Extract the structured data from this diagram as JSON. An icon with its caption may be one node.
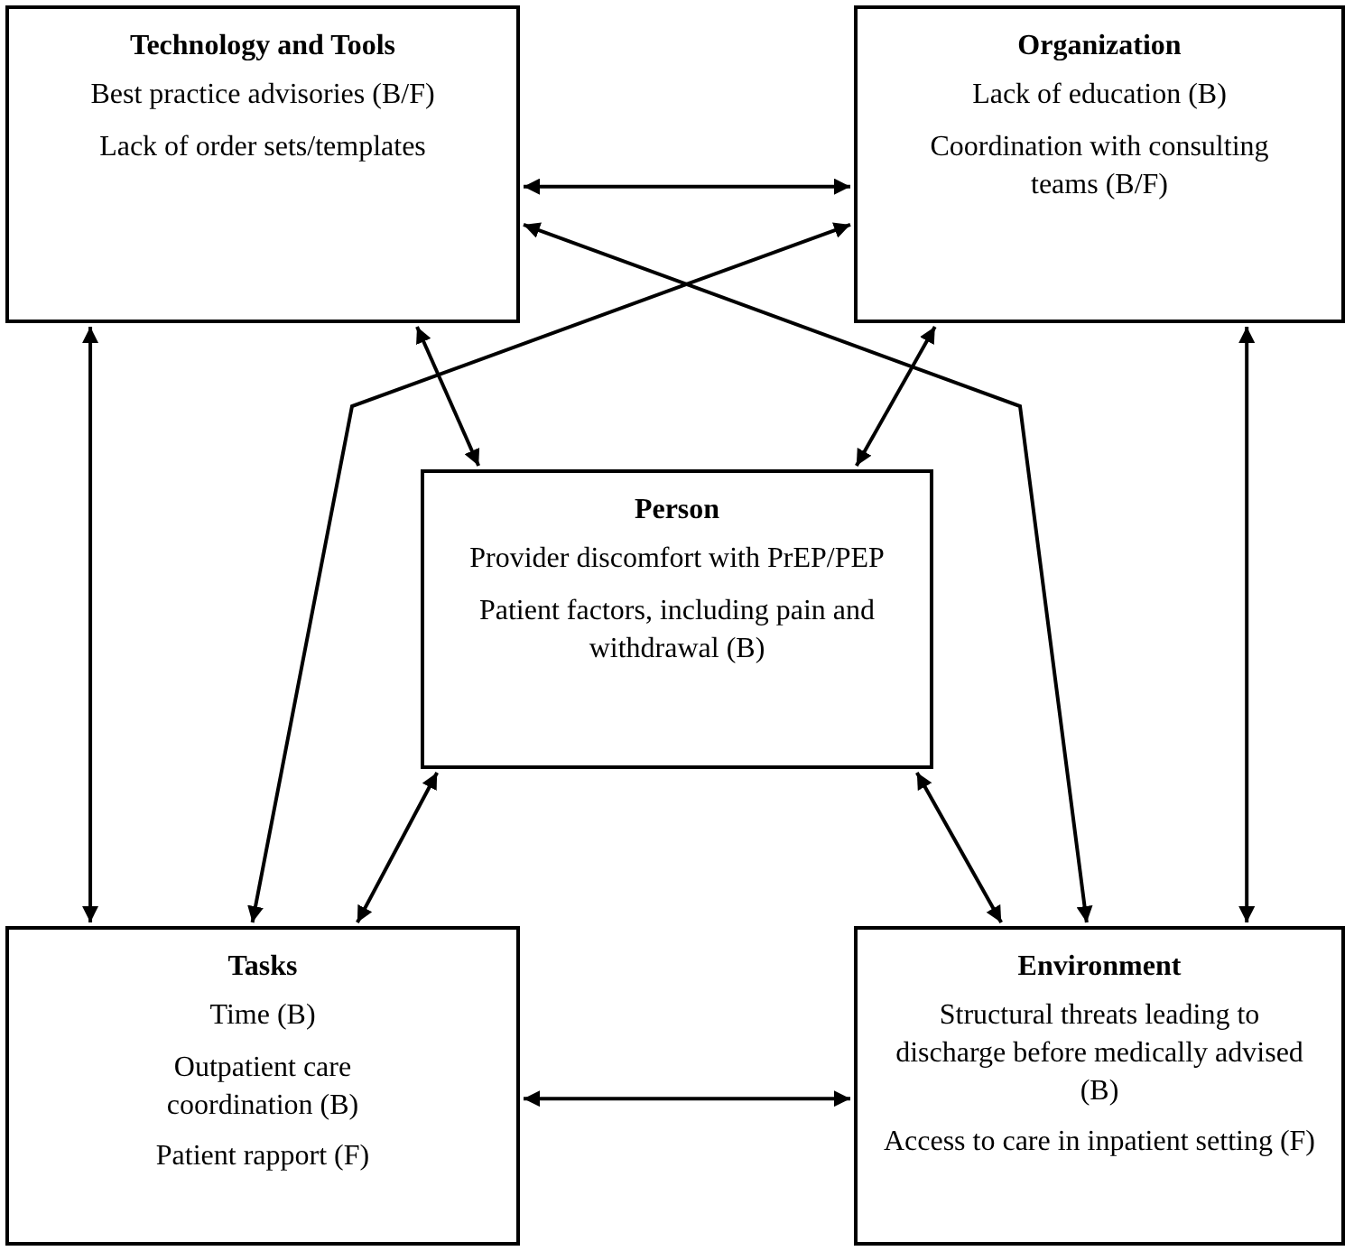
{
  "diagram": {
    "nodes": [
      {
        "text": [
          "Technology and Tools",
          "Best practice advisories (B/F)",
          "Lack of order sets/templates"
        ]
      },
      {
        "text": [
          "Organization",
          "Lack of education (B)",
          "Coordination with consulting teams (B/F)"
        ]
      },
      {
        "text": [
          "Person",
          "Provider discomfort with PrEP/PEP",
          "Patient factors, including pain and withdrawal (B)"
        ]
      },
      {
        "text": [
          "Tasks",
          "Time (B)",
          "Outpatient care coordination (B)",
          "Patient rapport (F)"
        ]
      },
      {
        "text": [
          "Environment",
          "Structural threats leading to discharge before medically advised (B)",
          "Access to care in inpatient setting (F)"
        ]
      }
    ],
    "edges": [
      {
        "from": 0,
        "to": 1,
        "arrow": "both"
      },
      {
        "from": 0,
        "to": 3,
        "arrow": "both"
      },
      {
        "from": 1,
        "to": 4,
        "arrow": "both"
      },
      {
        "from": 3,
        "to": 4,
        "arrow": "both"
      },
      {
        "from": 0,
        "to": 2,
        "arrow": "both"
      },
      {
        "from": 1,
        "to": 2,
        "arrow": "both"
      },
      {
        "from": 2,
        "to": 3,
        "arrow": "both"
      },
      {
        "from": 2,
        "to": 4,
        "arrow": "both"
      },
      {
        "from": 1,
        "to": 3,
        "arrow": "both"
      },
      {
        "from": 0,
        "to": 4,
        "arrow": "both"
      }
    ]
  }
}
